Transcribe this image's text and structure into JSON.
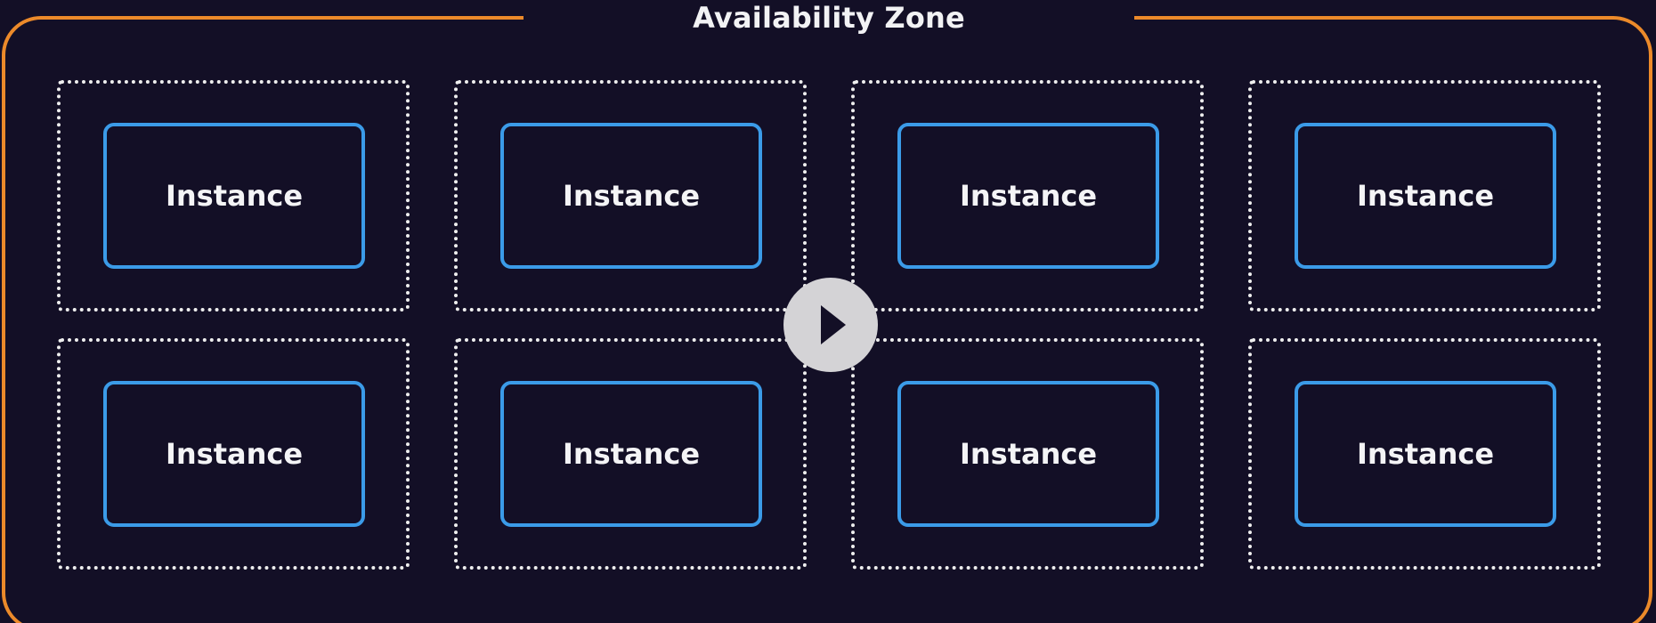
{
  "zone": {
    "title": "Availability Zone",
    "border_color": "#ec8a2a",
    "background": "#130f26"
  },
  "instances": [
    {
      "label": "Instance"
    },
    {
      "label": "Instance"
    },
    {
      "label": "Instance"
    },
    {
      "label": "Instance"
    },
    {
      "label": "Instance"
    },
    {
      "label": "Instance"
    },
    {
      "label": "Instance"
    },
    {
      "label": "Instance"
    }
  ],
  "colors": {
    "instance_border": "#3b9be8",
    "group_border": "#eeeeee",
    "text": "#f4f4f6"
  },
  "overlay": {
    "icon": "play-icon"
  }
}
